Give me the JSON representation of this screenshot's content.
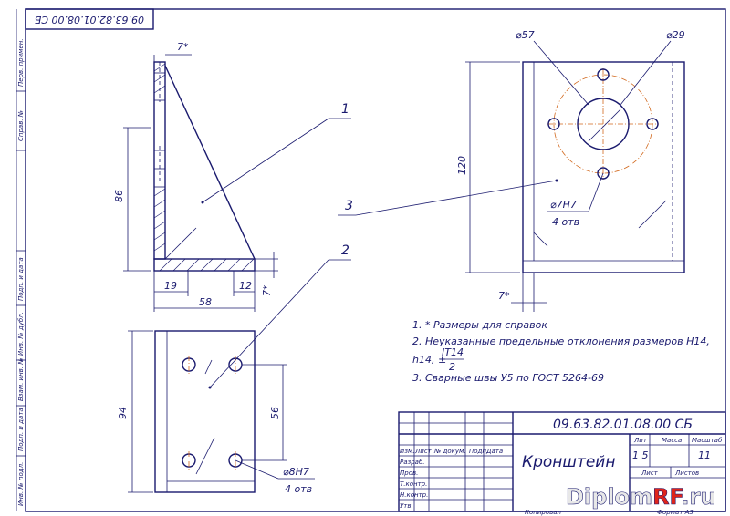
{
  "stamp": {
    "code": "09.63.82.01.08.00 СБ",
    "title": "Кронштейн",
    "sheet_total": "11",
    "sheet_num": "1 5",
    "header_cols": [
      "Лит",
      "Масса",
      "Масштаб"
    ],
    "rev_cols": [
      "Изм.",
      "Лист",
      "№ докум.",
      "Подп.",
      "Дата"
    ],
    "roles": [
      "Разраб.",
      "Пров.",
      "Т.контр.",
      "Н.контр.",
      "Утв."
    ],
    "list_label": "Лист",
    "lists_label": "Листов",
    "copied": "Копировал",
    "format": "Формат А3"
  },
  "top_code": "09.63.82.01.08.00 СБ",
  "side_columns": [
    "Перв. примен.",
    "Справ. №",
    "Подп. и дата",
    "Инв. № дубл.",
    "Взам. инв. №",
    "Подп. и дата",
    "Инв. № подл."
  ],
  "notes": {
    "n1": "1. * Размеры для справок",
    "n2a": "2. Неуказанные предельные отклонения размеров H14,",
    "n2b": "h14, ±",
    "frac_num": "IT14",
    "frac_den": "2",
    "n3": "3. Сварные швы У5 по ГОСТ 5264-69"
  },
  "side_view": {
    "dim_top": "7*",
    "dim_height": "86",
    "dim_19": "19",
    "dim_58": "58",
    "dim_12": "12",
    "dim_7": "7*",
    "callout": "1"
  },
  "bottom_view": {
    "dim_height": "94",
    "dim_56": "56",
    "hole_note": "⌀8H7",
    "hole_count": "4 отв",
    "callout": "2"
  },
  "front_view": {
    "dim_57": "⌀57",
    "dim_29": "⌀29",
    "dim_120": "120",
    "dim_7": "7*",
    "hole_note": "⌀7H7",
    "hole_count": "4 отв",
    "callout": "3"
  },
  "watermark": {
    "part1": "Diplom",
    "part2": "RF",
    "part3": ".ru"
  }
}
